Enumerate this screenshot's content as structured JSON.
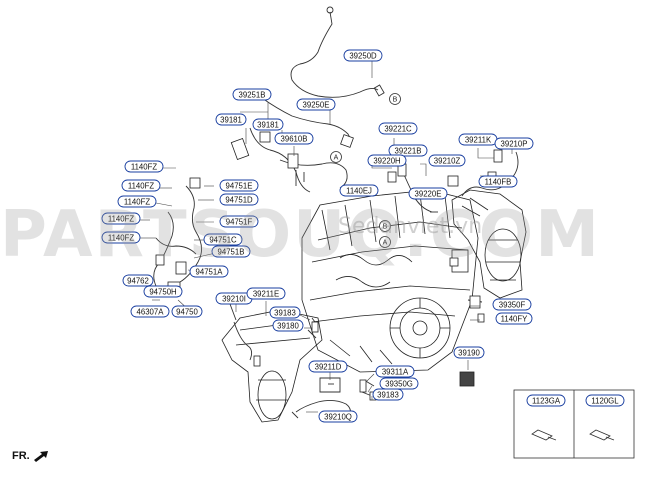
{
  "watermark": {
    "main": "PARTSOUQ.COM",
    "sub": "Sedanviet.vn"
  },
  "orientation": {
    "label": "FR."
  },
  "callouts": [
    {
      "id": "c39250D",
      "text": "39250D"
    },
    {
      "id": "c39251B",
      "text": "39251B"
    },
    {
      "id": "c39250E",
      "text": "39250E"
    },
    {
      "id": "c39181a",
      "text": "39181"
    },
    {
      "id": "c39181b",
      "text": "39181"
    },
    {
      "id": "c39610B",
      "text": "39610B"
    },
    {
      "id": "c39221C",
      "text": "39221C"
    },
    {
      "id": "c39221B",
      "text": "39221B"
    },
    {
      "id": "c39220H",
      "text": "39220H"
    },
    {
      "id": "c39210Z",
      "text": "39210Z"
    },
    {
      "id": "c39211K",
      "text": "39211K"
    },
    {
      "id": "c39210P",
      "text": "39210P"
    },
    {
      "id": "c1140FB",
      "text": "1140FB"
    },
    {
      "id": "c1140EJ",
      "text": "1140EJ"
    },
    {
      "id": "c39220E",
      "text": "39220E"
    },
    {
      "id": "c1140FZa",
      "text": "1140FZ"
    },
    {
      "id": "c1140FZb",
      "text": "1140FZ"
    },
    {
      "id": "c1140FZc",
      "text": "1140FZ"
    },
    {
      "id": "c1140FZd",
      "text": "1140FZ"
    },
    {
      "id": "c1140FZe",
      "text": "1140FZ"
    },
    {
      "id": "c94751E",
      "text": "94751E"
    },
    {
      "id": "c94751D",
      "text": "94751D"
    },
    {
      "id": "c94751F",
      "text": "94751F"
    },
    {
      "id": "c94751C",
      "text": "94751C"
    },
    {
      "id": "c94751B",
      "text": "94751B"
    },
    {
      "id": "c94751A",
      "text": "94751A"
    },
    {
      "id": "c94762",
      "text": "94762"
    },
    {
      "id": "c94750H",
      "text": "94750H"
    },
    {
      "id": "c46307A",
      "text": "46307A"
    },
    {
      "id": "c94750",
      "text": "94750"
    },
    {
      "id": "c39210I",
      "text": "39210I"
    },
    {
      "id": "c39211E",
      "text": "39211E"
    },
    {
      "id": "c39183a",
      "text": "39183"
    },
    {
      "id": "c39180",
      "text": "39180"
    },
    {
      "id": "c39350F",
      "text": "39350F"
    },
    {
      "id": "c1140FY",
      "text": "1140FY"
    },
    {
      "id": "c39190",
      "text": "39190"
    },
    {
      "id": "c39211D",
      "text": "39211D"
    },
    {
      "id": "c39311A",
      "text": "39311A"
    },
    {
      "id": "c39350G",
      "text": "39350G"
    },
    {
      "id": "c39183b",
      "text": "39183"
    },
    {
      "id": "c39210Q",
      "text": "39210Q"
    },
    {
      "id": "c1123GA",
      "text": "1123GA"
    },
    {
      "id": "c1120GL",
      "text": "1120GL"
    }
  ],
  "refs": [
    {
      "id": "rB1",
      "text": "B"
    },
    {
      "id": "rA1",
      "text": "A"
    },
    {
      "id": "rB2",
      "text": "B"
    },
    {
      "id": "rA2",
      "text": "A"
    }
  ]
}
